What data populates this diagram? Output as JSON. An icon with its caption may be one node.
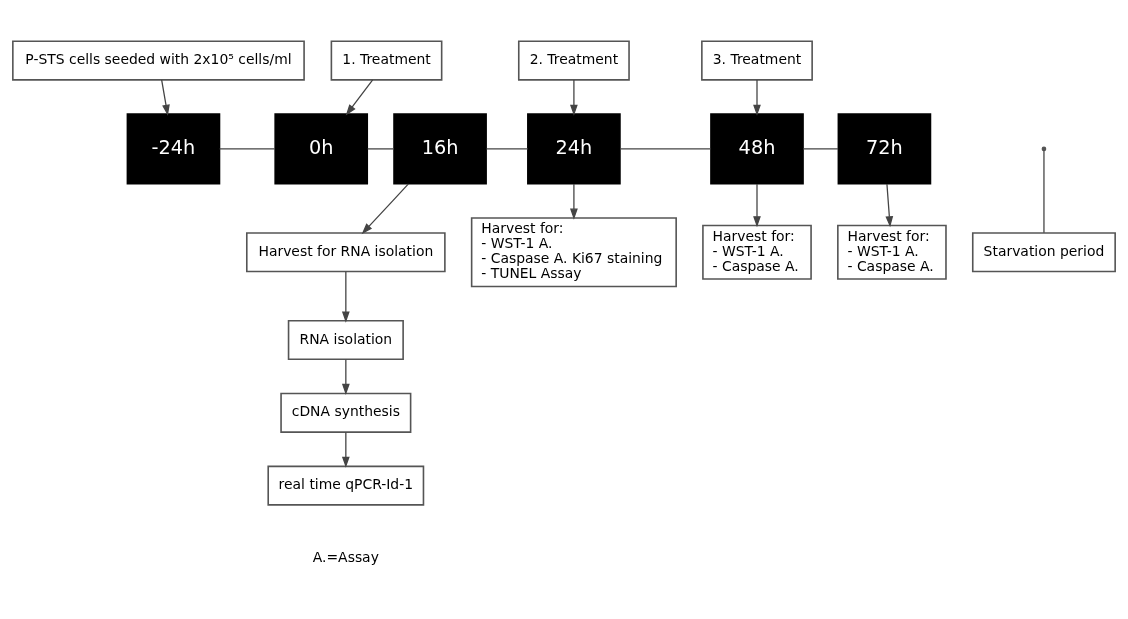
{
  "diagram": {
    "nodes": [
      {
        "text": [
          "P-STS cells seeded with 2x10⁵ cells/ml"
        ]
      },
      {
        "text": [
          "-24h"
        ]
      },
      {
        "text": [
          "1. Treatment"
        ]
      },
      {
        "text": [
          "0h"
        ]
      },
      {
        "text": [
          "16h"
        ]
      },
      {
        "text": [
          "2. Treatment"
        ]
      },
      {
        "text": [
          "24h"
        ]
      },
      {
        "text": [
          "3. Treatment"
        ]
      },
      {
        "text": [
          "48h"
        ]
      },
      {
        "text": [
          "72h"
        ]
      },
      {
        "text": [
          "Starvation period"
        ]
      },
      {
        "text": [
          "Harvest for RNA isolation"
        ]
      },
      {
        "text": [
          "Harvest for:",
          "- WST-1 A.",
          "- Caspase A. Ki67 staining",
          "- TUNEL Assay"
        ]
      },
      {
        "text": [
          "Harvest for:",
          "- WST-1 A.",
          "- Caspase A."
        ]
      },
      {
        "text": [
          "Harvest for:",
          "- WST-1 A.",
          "- Caspase A."
        ]
      },
      {
        "text": [
          "RNA isolation"
        ]
      },
      {
        "text": [
          "cDNA synthesis"
        ]
      },
      {
        "text": [
          "real time qPCR-Id-1"
        ]
      }
    ],
    "edges": [
      {
        "from": 0,
        "to": 1,
        "arrow": "to"
      },
      {
        "from": 2,
        "to": 3,
        "arrow": "to"
      },
      {
        "from": 5,
        "to": 6,
        "arrow": "to"
      },
      {
        "from": 7,
        "to": 8,
        "arrow": "to"
      },
      {
        "from": 1,
        "to": 3,
        "arrow": "none"
      },
      {
        "from": 10,
        "to": null,
        "arrow": "none"
      },
      {
        "from": 3,
        "to": 4,
        "arrow": "none"
      },
      {
        "from": 4,
        "to": 6,
        "arrow": "none"
      },
      {
        "from": 6,
        "to": 8,
        "arrow": "none"
      },
      {
        "from": 8,
        "to": 9,
        "arrow": "none"
      },
      {
        "from": 4,
        "to": 11,
        "arrow": "to"
      },
      {
        "from": 6,
        "to": 12,
        "arrow": "to"
      },
      {
        "from": 8,
        "to": 13,
        "arrow": "to"
      },
      {
        "from": 9,
        "to": 14,
        "arrow": "to"
      },
      {
        "from": 11,
        "to": 15,
        "arrow": "to"
      },
      {
        "from": 15,
        "to": 16,
        "arrow": "to"
      },
      {
        "from": 16,
        "to": 17,
        "arrow": "to"
      }
    ],
    "labels": [
      "A.=Assay"
    ]
  }
}
